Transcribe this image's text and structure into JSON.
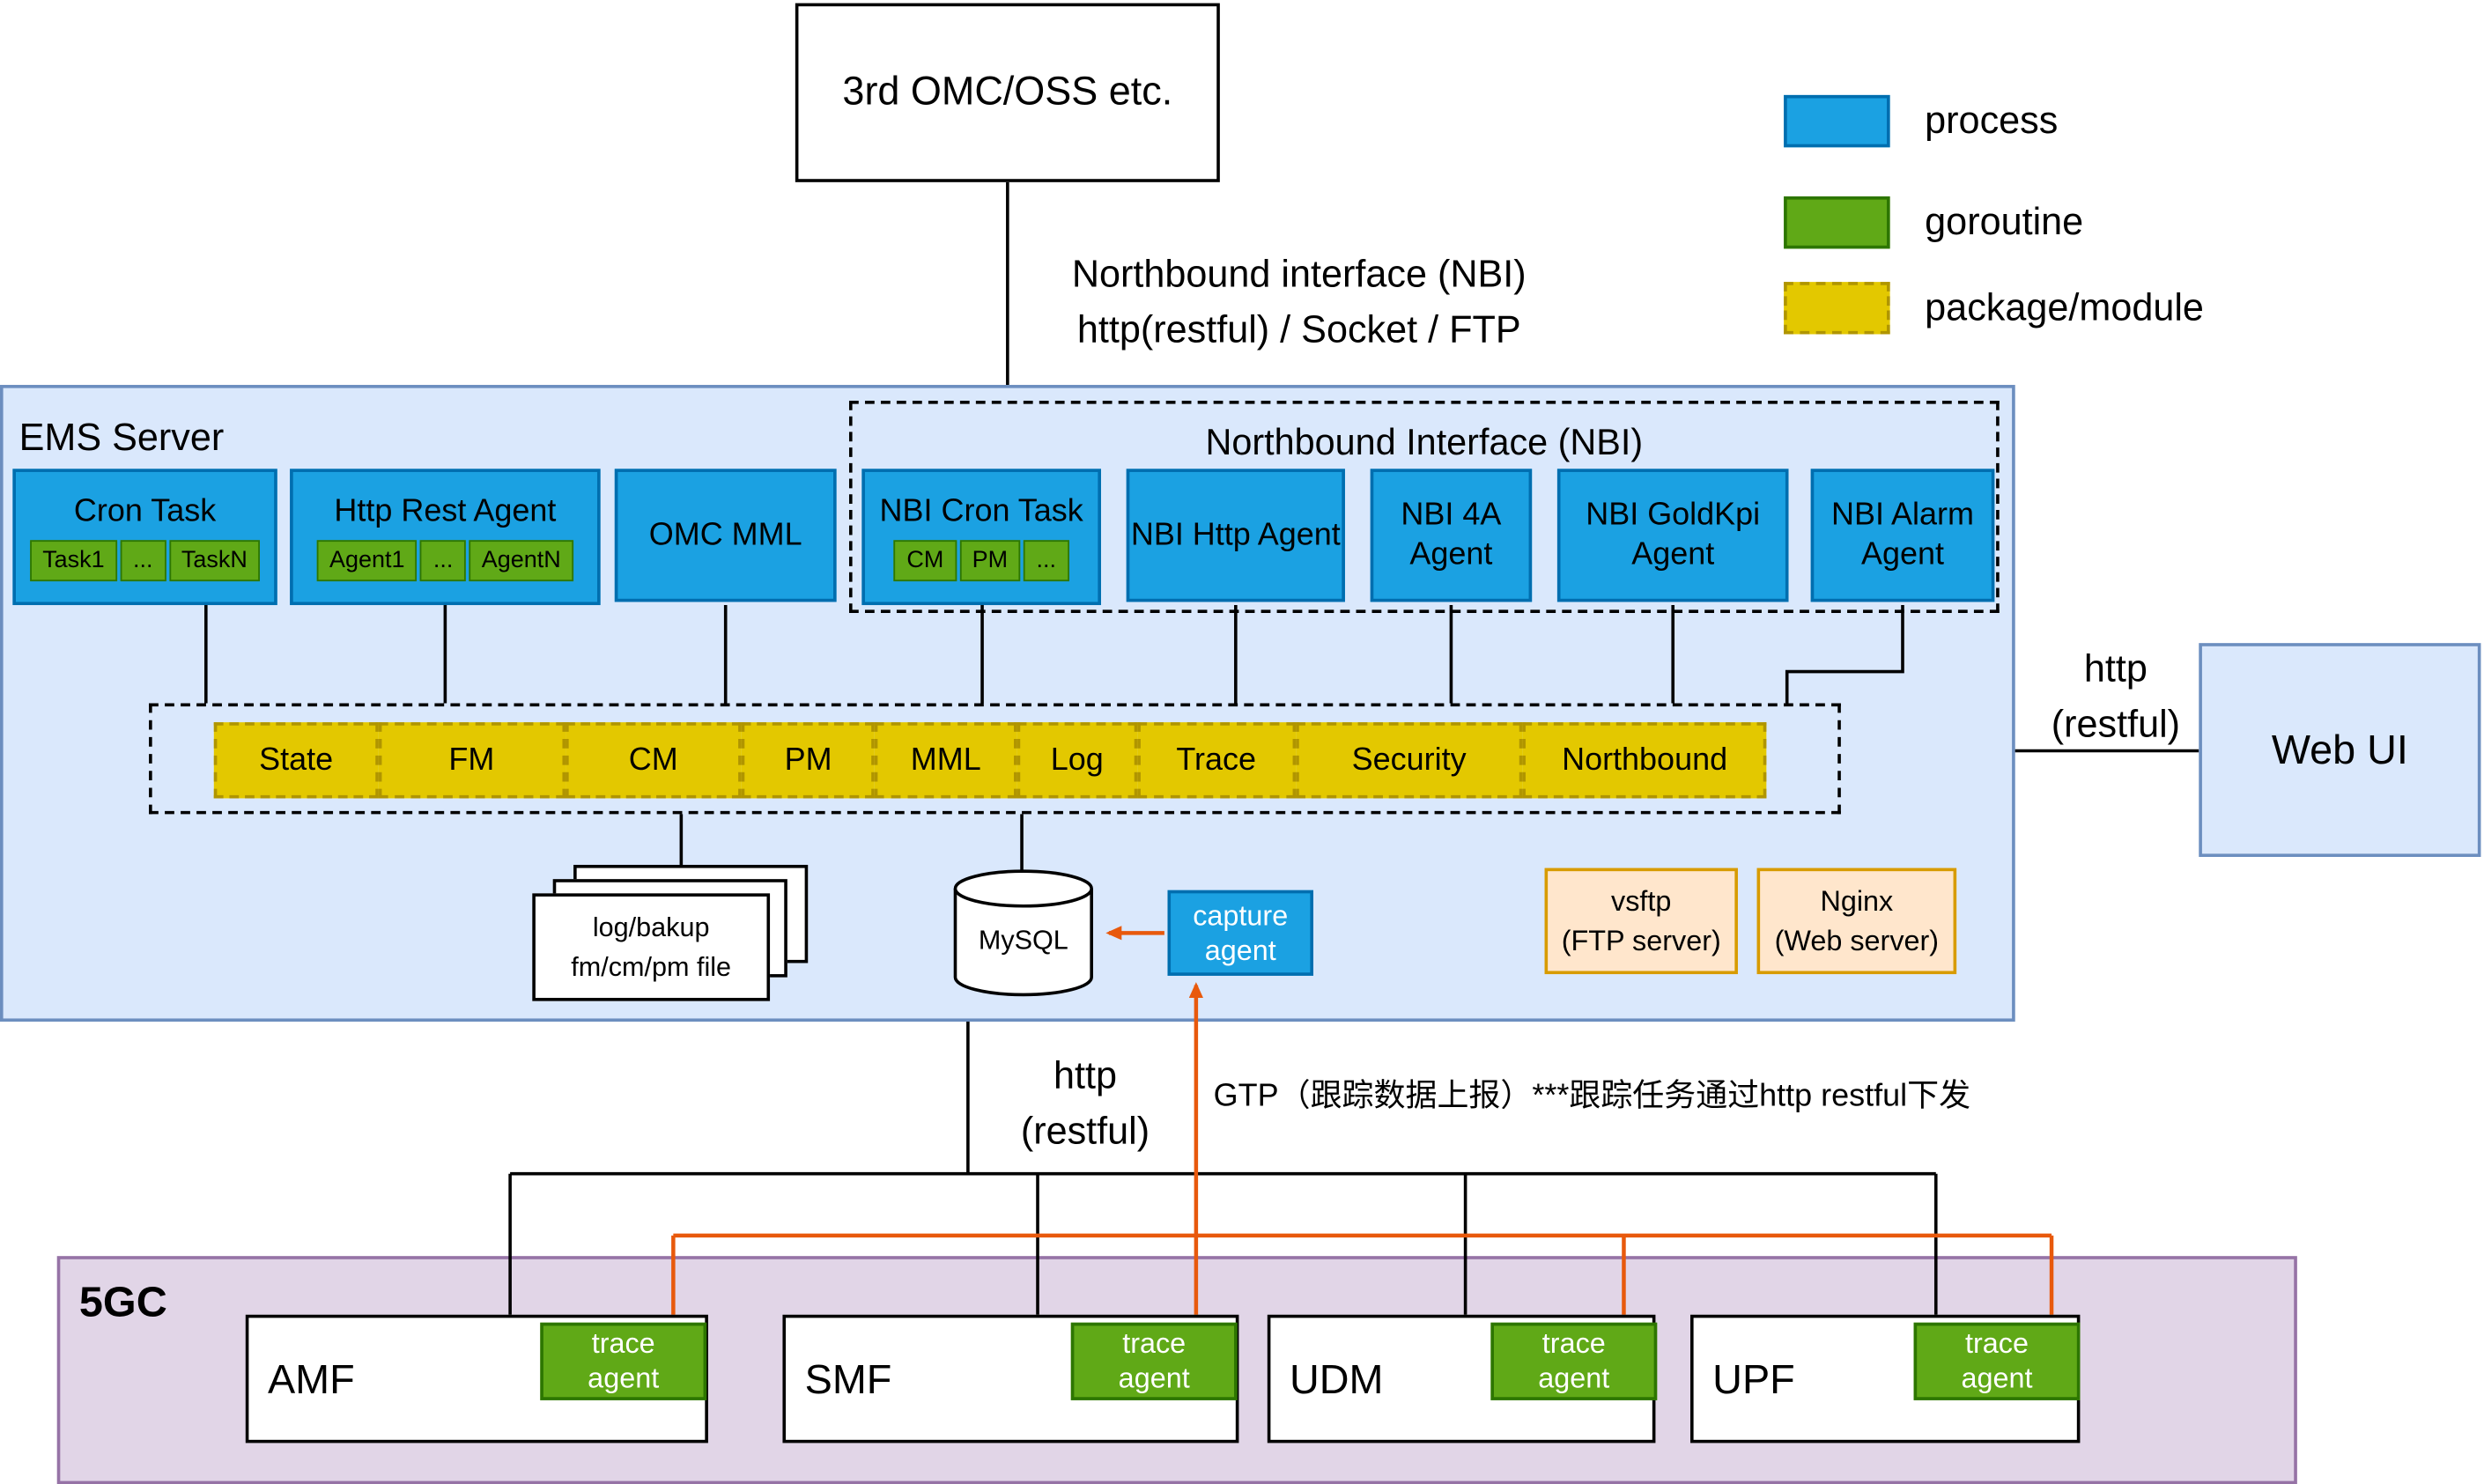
{
  "colors": {
    "process_fill": "#1ba1e2",
    "process_border": "#006eaf",
    "goroutine_fill": "#60a917",
    "goroutine_border": "#2d7600",
    "package_fill": "#e3c800",
    "package_border": "#b09500",
    "ems_fill": "#dae8fc",
    "ems_border": "#6c8ebf",
    "core_fill": "#e1d5e7",
    "core_border": "#9673a6",
    "server_fill": "#ffe6cc",
    "server_border": "#d79b00",
    "arrow_orange": "#e8590c",
    "line_black": "#000000"
  },
  "legend": {
    "process": "process",
    "goroutine": "goroutine",
    "package": "package/module"
  },
  "external": {
    "omc": "3rd OMC/OSS etc.",
    "web_ui": "Web UI"
  },
  "links": {
    "nbi_line1": "Northbound interface (NBI)",
    "nbi_line2": "http(restful) / Socket / FTP",
    "web_line1": "http",
    "web_line2": "(restful)",
    "south_line1": "http",
    "south_line2": "(restful)",
    "gtp_note": "GTP（跟踪数据上报）***跟踪任务通过http restful下发"
  },
  "ems": {
    "title": "EMS Server",
    "cron_task": {
      "title": "Cron Task",
      "subs": [
        "Task1",
        "...",
        "TaskN"
      ]
    },
    "http_rest_agent": {
      "title": "Http Rest Agent",
      "subs": [
        "Agent1",
        "...",
        "AgentN"
      ]
    },
    "omc_mml": {
      "title": "OMC MML"
    },
    "nbi": {
      "title": "Northbound Interface (NBI)",
      "cron_task": {
        "title": "NBI Cron Task",
        "subs": [
          "CM",
          "PM",
          "..."
        ]
      },
      "http_agent": "NBI Http Agent",
      "aa_agent": "NBI 4A Agent",
      "goldkpi_agent": "NBI GoldKpi Agent",
      "alarm_agent": "NBI Alarm Agent"
    },
    "modules": [
      "State",
      "FM",
      "CM",
      "PM",
      "MML",
      "Log",
      "Trace",
      "Security",
      "Northbound"
    ],
    "files": {
      "line1": "log/bakup",
      "line2": "fm/cm/pm file"
    },
    "db": "MySQL",
    "capture_agent": {
      "line1": "capture",
      "line2": "agent"
    },
    "vsftp": {
      "line1": "vsftp",
      "line2": "(FTP server)"
    },
    "nginx": {
      "line1": "Nginx",
      "line2": "(Web server)"
    }
  },
  "core": {
    "title": "5GC",
    "nfs": [
      {
        "name": "AMF",
        "agent_line1": "trace",
        "agent_line2": "agent"
      },
      {
        "name": "SMF",
        "agent_line1": "trace",
        "agent_line2": "agent"
      },
      {
        "name": "UDM",
        "agent_line1": "trace",
        "agent_line2": "agent"
      },
      {
        "name": "UPF",
        "agent_line1": "trace",
        "agent_line2": "agent"
      }
    ]
  }
}
